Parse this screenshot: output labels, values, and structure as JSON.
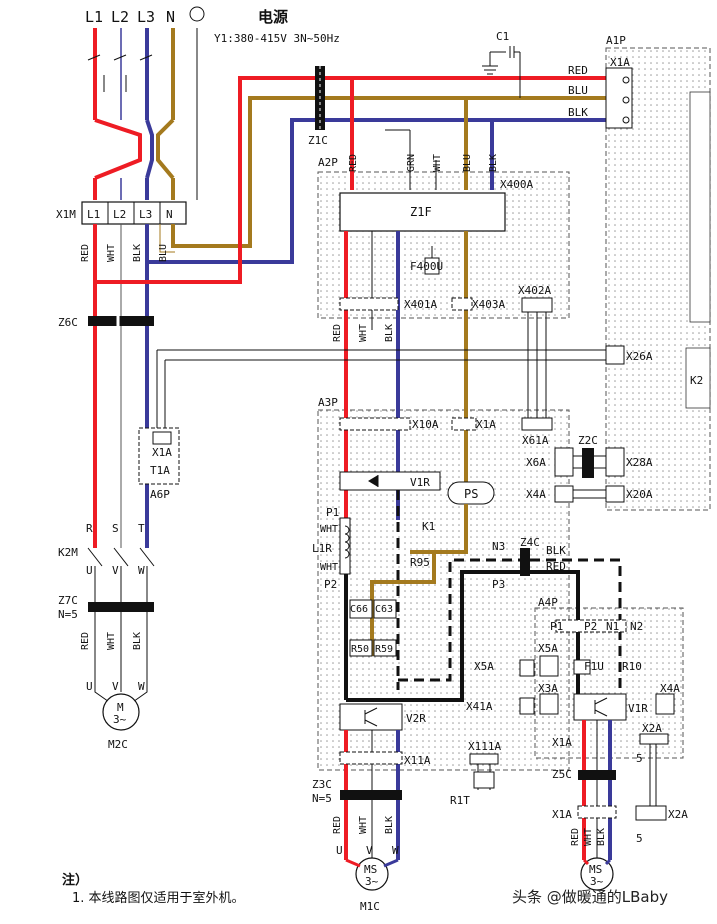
{
  "header": {
    "terminals": [
      "L1",
      "L2",
      "L3",
      "N"
    ],
    "title": "电源",
    "spec": "Y1:380-415V 3N~50Hz"
  },
  "colors": {
    "red": "#ee1c24",
    "blue": "#3a3a9a",
    "brown": "#a47a1e",
    "black": "#111111",
    "board_fill": "#f3f3f3"
  },
  "labels": {
    "c1": "C1",
    "a1p": "A1P",
    "x1a": "X1A",
    "red": "RED",
    "blu": "BLU",
    "blk": "BLK",
    "z1c": "Z1C",
    "a2p": "A2P",
    "x400a": "X400A",
    "z1f": "Z1F",
    "f400u": "F400U",
    "x401a": "X401A",
    "x403a": "X403A",
    "x402a": "X402A",
    "x1m": "X1M",
    "x1m_terms": [
      "L1",
      "L2",
      "L3",
      "N"
    ],
    "wht": "WHT",
    "grn": "GRN",
    "z6c": "Z6C",
    "x26a": "X26A",
    "a3p": "A3P",
    "x10a": "X10A",
    "x1a_a3p": "X1A",
    "x61a": "X61A",
    "z2c": "Z2C",
    "x6a": "X6A",
    "x28a": "X28A",
    "x4a": "X4A",
    "x20a": "X20A",
    "t1a": "T1A",
    "a6p": "A6P",
    "p1": "P1",
    "l1r": "L1R",
    "v1r": "V1R",
    "ps": "PS",
    "k1": "K1",
    "r95": "R95",
    "n3": "N3",
    "z4c": "Z4C",
    "rst": [
      "R",
      "S",
      "T"
    ],
    "k2m": "K2M",
    "uvw": [
      "U",
      "V",
      "W"
    ],
    "p2": "P2",
    "p3": "P3",
    "z7c": "Z7C",
    "n5": "N=5",
    "c66": "C66",
    "c63": "C63",
    "r50": "R50",
    "r59": "R59",
    "a4p": "A4P",
    "a4p_p1": "P1",
    "a4p_p2": "P2",
    "n1": "N1",
    "n2": "N2",
    "x5a": "X5A",
    "f1u": "F1U",
    "r10": "R10",
    "x3a": "X3A",
    "x41a": "X41A",
    "v2r": "V2R",
    "v1r_a4p": "V1R",
    "x4a_a4p": "X4A",
    "x11a": "X11A",
    "x111a": "X111A",
    "r1t": "R1T",
    "x2a": "X2A",
    "z3c": "Z3C",
    "z5c": "Z5C",
    "m2c": "M2C",
    "m1c": "M1C",
    "ms": "MS",
    "m": "M",
    "three_ph": "3~",
    "five": "5",
    "k2": "K2"
  },
  "notes": {
    "title": "注）",
    "line1": "1. 本线路图仅适用于室外机。"
  },
  "watermark": "头条 @做暖通的LBaby"
}
